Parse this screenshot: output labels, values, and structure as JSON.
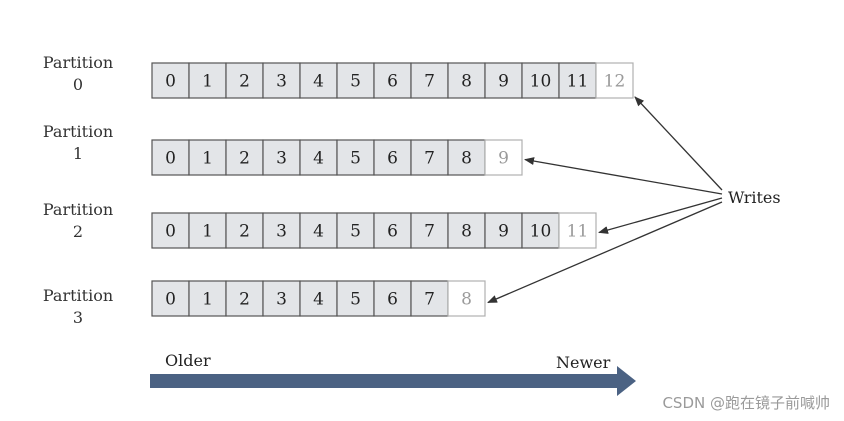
{
  "partitions": [
    {
      "label": "Partition",
      "index": "0",
      "written_offsets": [
        "0",
        "1",
        "2",
        "3",
        "4",
        "5",
        "6",
        "7",
        "8",
        "9",
        "10",
        "11"
      ],
      "next_offset": "12"
    },
    {
      "label": "Partition",
      "index": "1",
      "written_offsets": [
        "0",
        "1",
        "2",
        "3",
        "4",
        "5",
        "6",
        "7",
        "8"
      ],
      "next_offset": "9"
    },
    {
      "label": "Partition",
      "index": "2",
      "written_offsets": [
        "0",
        "1",
        "2",
        "3",
        "4",
        "5",
        "6",
        "7",
        "8",
        "9",
        "10"
      ],
      "next_offset": "11"
    },
    {
      "label": "Partition",
      "index": "3",
      "written_offsets": [
        "0",
        "1",
        "2",
        "3",
        "4",
        "5",
        "6",
        "7"
      ],
      "next_offset": "8"
    }
  ],
  "writes_label": "Writes",
  "timeline": {
    "older_label": "Older",
    "newer_label": "Newer"
  },
  "watermark": "CSDN @跑在镜子前喊帅",
  "colors": {
    "filled_cell": "#e3e5e8",
    "empty_cell": "#ffffff",
    "cell_border": "#555555",
    "empty_cell_border": "#b0b0b0",
    "offset_text": "#222222",
    "next_offset_text": "#9a9a9a",
    "timeline_arrow": "#4b6283",
    "write_arrow": "#333333"
  }
}
